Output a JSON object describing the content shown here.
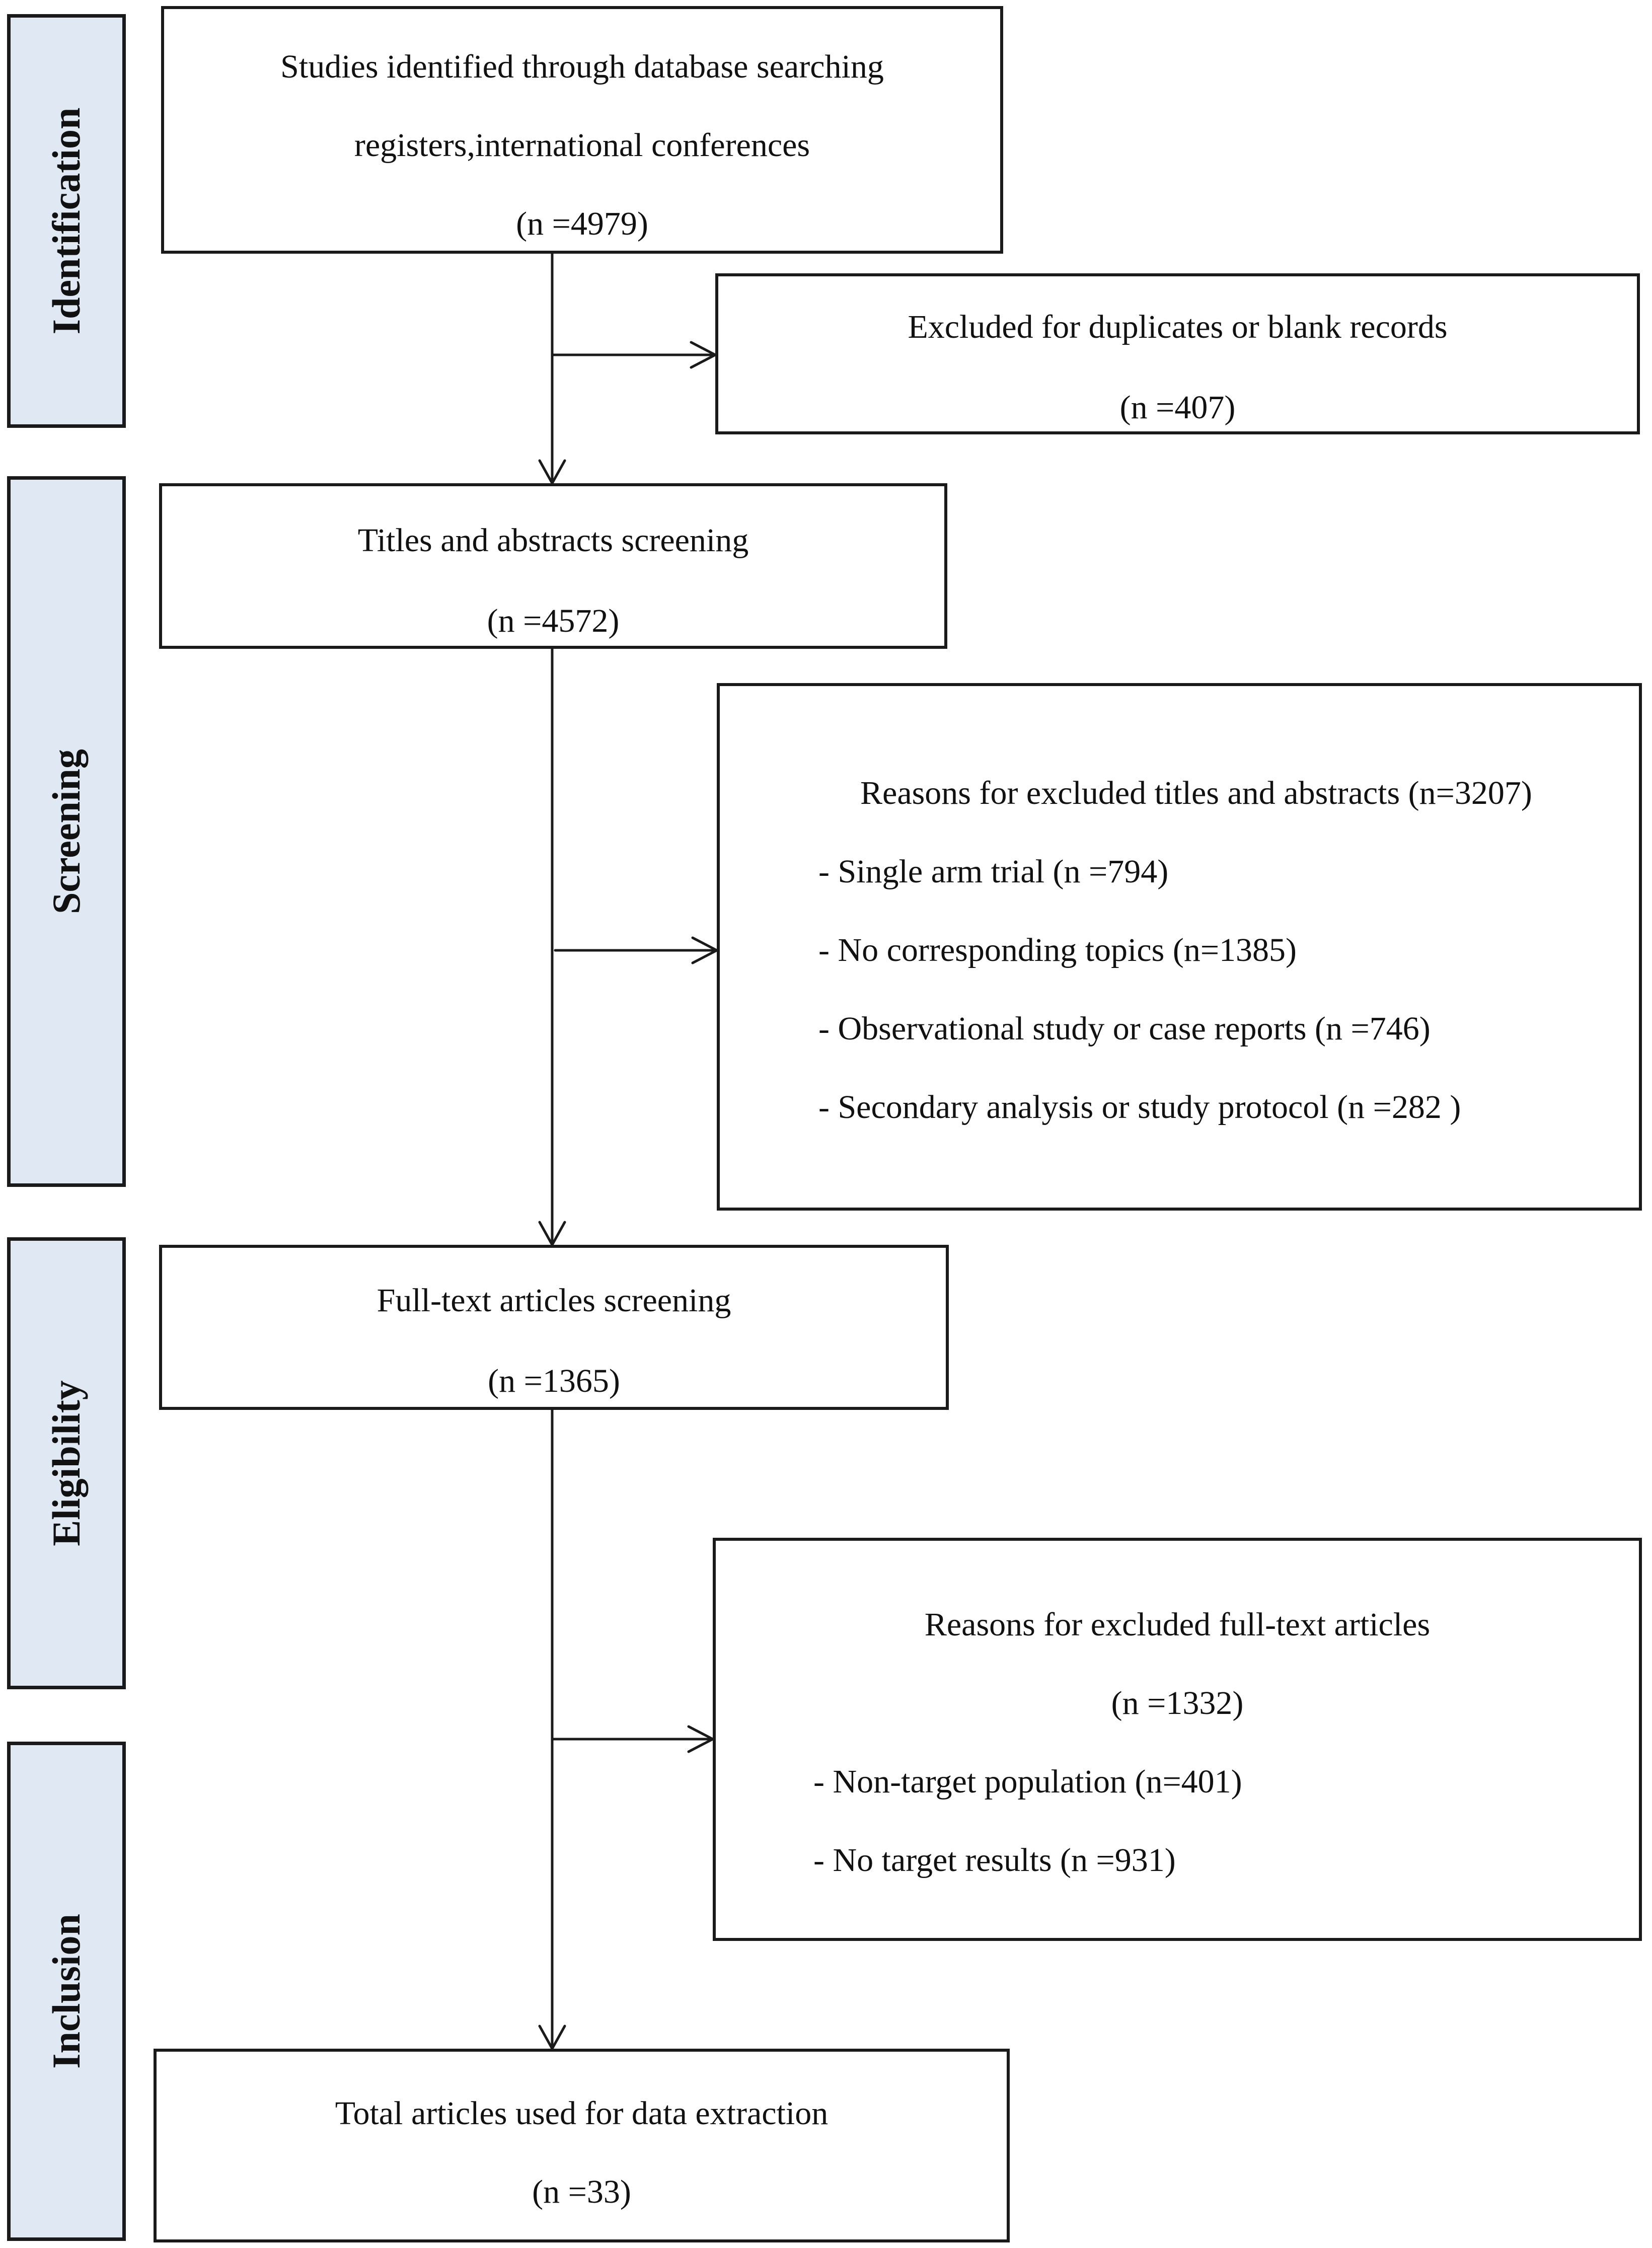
{
  "stages": [
    {
      "id": "identification",
      "label": "Identification"
    },
    {
      "id": "screening",
      "label": "Screening"
    },
    {
      "id": "eligibility",
      "label": "Eligibility"
    },
    {
      "id": "inclusion",
      "label": "Inclusion"
    }
  ],
  "identified": {
    "line1": "Studies identified through database searching",
    "line2": "registers,international conferences",
    "count": "(n =4979)"
  },
  "duplicates": {
    "line1": "Excluded for duplicates or blank records",
    "count": "(n =407)"
  },
  "screened": {
    "line1": "Titles and abstracts screening",
    "count": "(n =4572)"
  },
  "excluded_abstracts": {
    "heading": "Reasons for excluded titles and abstracts (n=3207)",
    "items": [
      "- Single arm trial (n =794)",
      "- No corresponding topics (n=1385)",
      "- Observational study or case reports (n =746)",
      "- Secondary analysis or study protocol (n =282 )"
    ]
  },
  "fulltext": {
    "line1": "Full-text articles screening",
    "count": "(n =1365)"
  },
  "excluded_fulltext": {
    "heading": "Reasons for excluded full-text articles",
    "count": "(n =1332)",
    "items": [
      "- Non-target population (n=401)",
      "- No target results (n =931)"
    ]
  },
  "included": {
    "line1": "Total articles used for data extraction",
    "count": "(n =33)"
  }
}
